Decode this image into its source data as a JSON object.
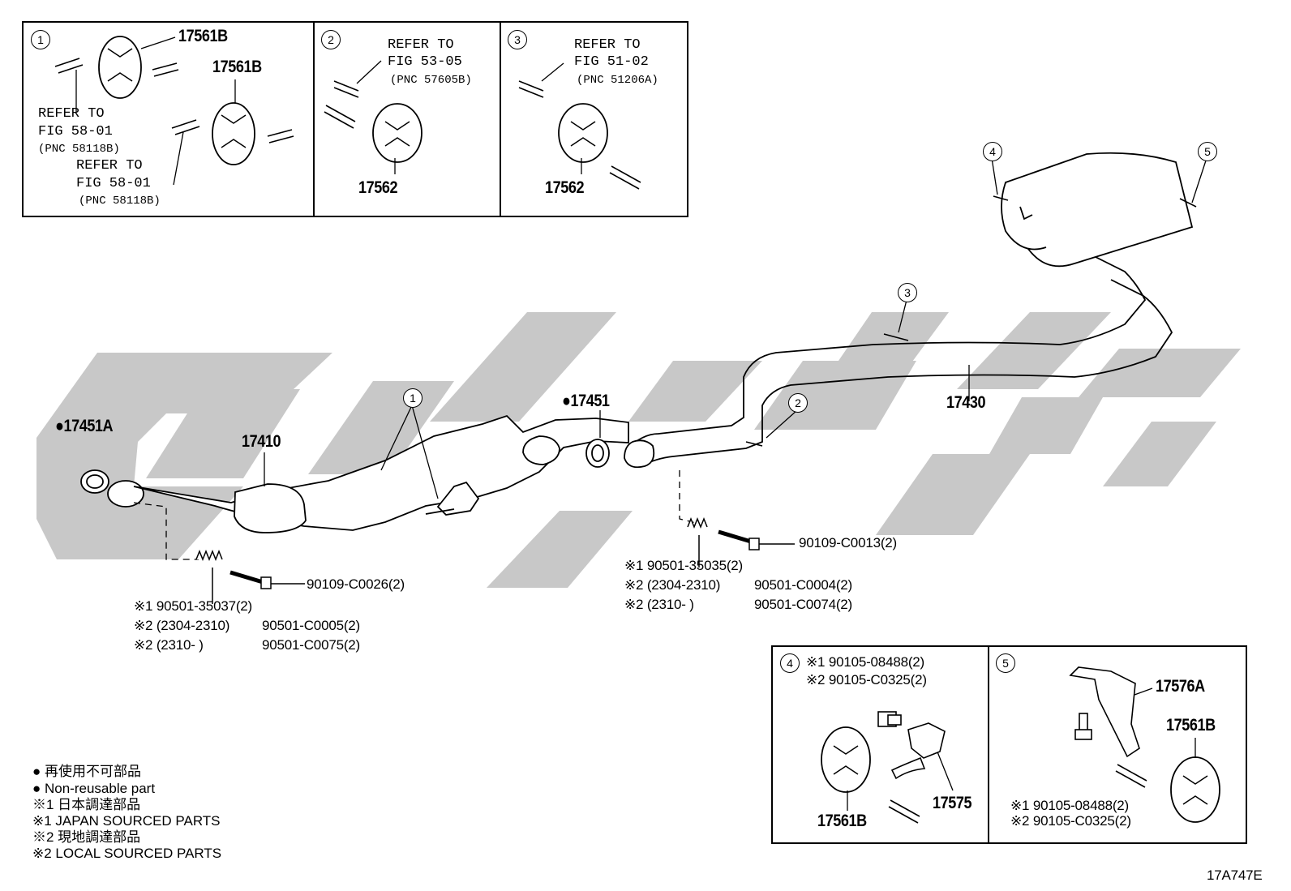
{
  "watermark_text": "",
  "insets": [
    {
      "no": "1",
      "parts": [
        "17561B",
        "17561B"
      ],
      "refs": [
        {
          "l1": "REFER TO",
          "l2": "FIG 58-01",
          "l3": "(PNC 58118B)"
        },
        {
          "l1": "REFER TO",
          "l2": "FIG 58-01",
          "l3": "(PNC 58118B)"
        }
      ]
    },
    {
      "no": "2",
      "parts": [
        "17562"
      ],
      "refs": [
        {
          "l1": "REFER TO",
          "l2": "FIG 53-05",
          "l3": "(PNC 57605B)"
        }
      ]
    },
    {
      "no": "3",
      "parts": [
        "17562"
      ],
      "refs": [
        {
          "l1": "REFER TO",
          "l2": "FIG 51-02",
          "l3": "(PNC 51206A)"
        }
      ]
    },
    {
      "no": "4",
      "parts": [
        "17561B",
        "17575"
      ],
      "lines": [
        "※1  90105-08488(2)",
        "※2  90105-C0325(2)"
      ]
    },
    {
      "no": "5",
      "parts": [
        "17576A",
        "17561B"
      ],
      "lines": [
        "※1  90105-08488(2)",
        "※2  90105-C0325(2)"
      ]
    }
  ],
  "callouts": {
    "c1": "1",
    "c2": "2",
    "c3": "3",
    "c4": "4",
    "c5": "5"
  },
  "main": {
    "p17451A": "●17451A",
    "p17410": "17410",
    "p17451": "●17451",
    "p17430": "17430",
    "bolt_left": "90109-C0026(2)",
    "spring_left": [
      "※1 90501-35037(2)",
      "※2 (2304-2310)",
      "90501-C0005(2)",
      "※2 (2310-      )",
      "90501-C0075(2)"
    ],
    "bolt_right": "90109-C0013(2)",
    "spring_right": [
      "※1 90501-35035(2)",
      "※2 (2304-2310)",
      "90501-C0004(2)",
      "※2 (2310-      )",
      "90501-C0074(2)"
    ]
  },
  "legend": [
    "● 再使用不可部品",
    "● Non-reusable part",
    "※1  日本調達部品",
    "※1  JAPAN SOURCED PARTS",
    "※2  現地調達部品",
    "※2  LOCAL SOURCED PARTS"
  ],
  "figure_code": "17A747E"
}
